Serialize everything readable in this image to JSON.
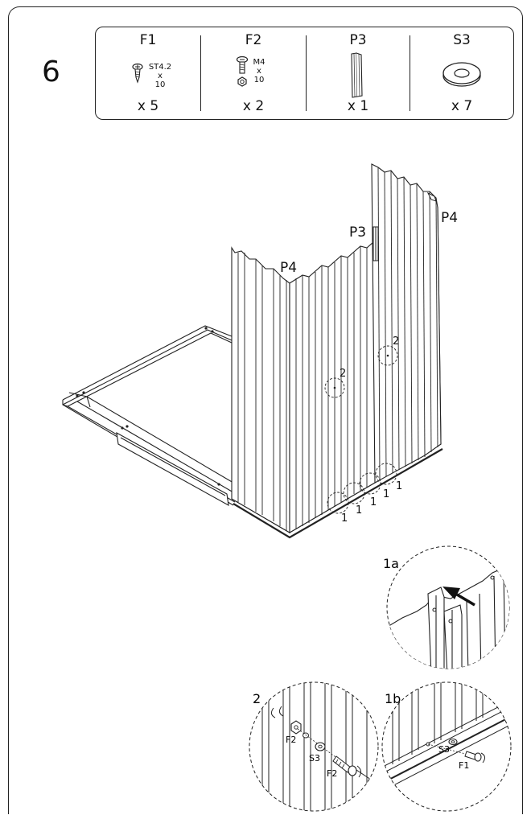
{
  "step": {
    "number": "6"
  },
  "parts": [
    {
      "code": "F1",
      "spec_top": "ST4.2",
      "spec_mid": "x",
      "spec_bot": "10",
      "qty": "x 5",
      "icon": "self-tapping-screw-icon"
    },
    {
      "code": "F2",
      "spec_top": "M4",
      "spec_mid": "x",
      "spec_bot": "10",
      "qty": "x 2",
      "icon": "bolt-and-nut-icon"
    },
    {
      "code": "P3",
      "qty": "x 1",
      "icon": "corner-profile-icon"
    },
    {
      "code": "S3",
      "qty": "x 7",
      "icon": "washer-icon"
    }
  ],
  "main_drawing": {
    "labels": {
      "p4_left": "P4",
      "p3": "P3",
      "p4_right": "P4",
      "callout_2": "2",
      "callout_1": "1"
    }
  },
  "details": {
    "d1a": {
      "label": "1a"
    },
    "d1b": {
      "label": "1b",
      "s3": "S3",
      "f1": "F1"
    },
    "d2": {
      "label": "2",
      "f2_top": "F2",
      "s3": "S3",
      "f2_bottom": "F2"
    }
  }
}
